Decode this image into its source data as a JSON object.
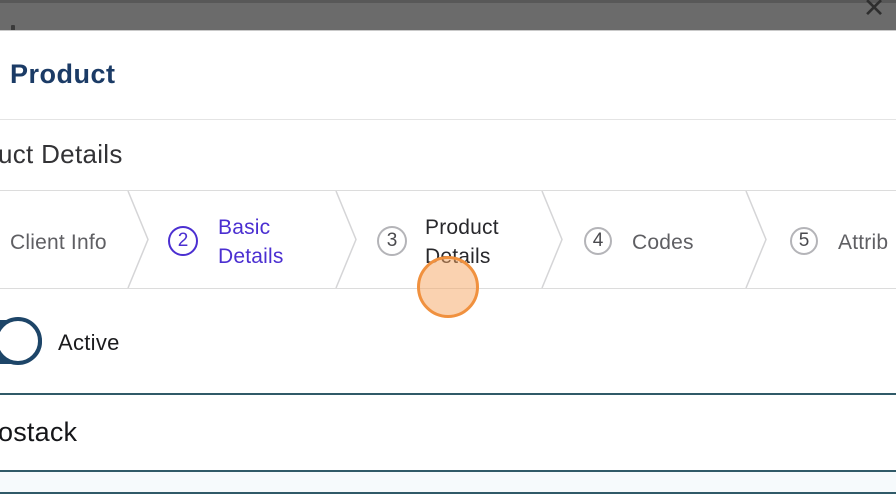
{
  "overlay": {
    "close_icon": "✕"
  },
  "modal": {
    "title": "Product",
    "section_heading": "uct Details",
    "stepper": {
      "steps": [
        {
          "number": "",
          "label": "Client Info",
          "state": "default"
        },
        {
          "number": "2",
          "label": "Basic Details",
          "state": "active"
        },
        {
          "number": "3",
          "label": "Product Details",
          "state": "highlighted"
        },
        {
          "number": "4",
          "label": "Codes",
          "state": "default"
        },
        {
          "number": "5",
          "label": "Attrib",
          "state": "default"
        }
      ]
    },
    "toggle": {
      "label": "Active",
      "state": "on"
    },
    "form": {
      "product_name_value": "ostack"
    },
    "colors": {
      "title_navy": "#1b3b66",
      "accent_purple": "#4b2fd1",
      "toggle_navy": "#1d4568",
      "underline_teal": "#305a68",
      "highlight_orange": "#f0913f",
      "backdrop_gray": "#6b6b6b"
    }
  }
}
